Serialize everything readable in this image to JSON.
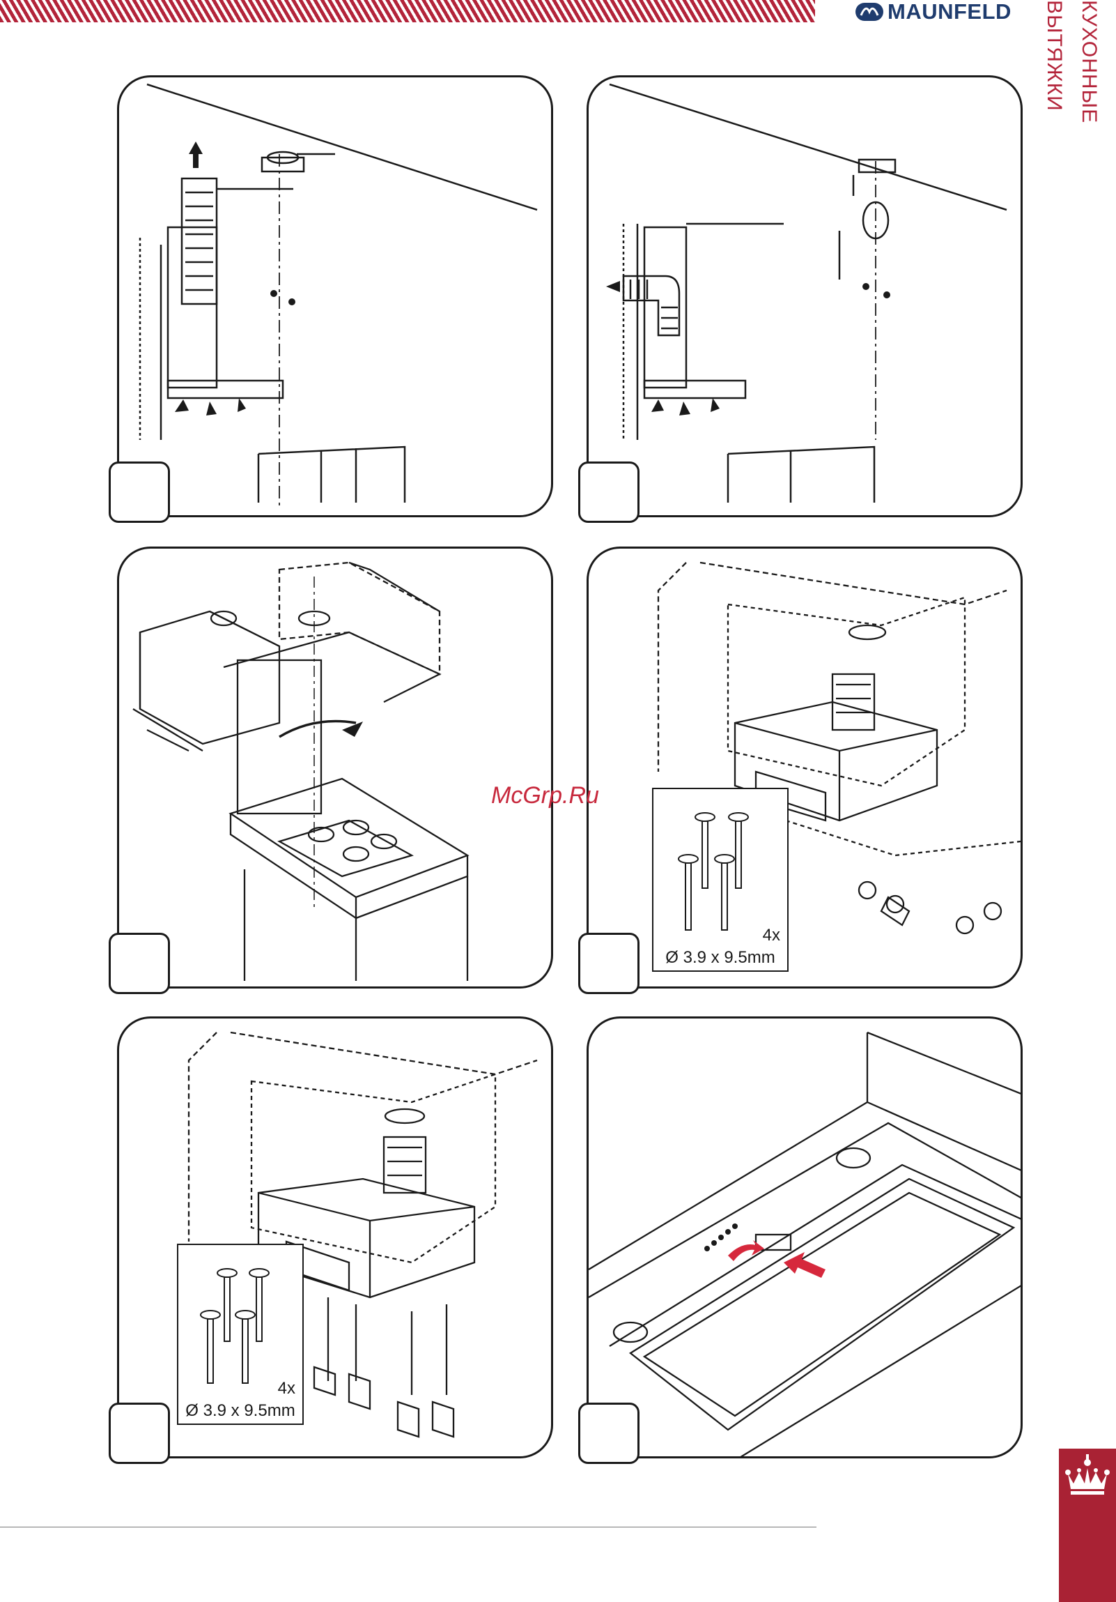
{
  "header": {
    "brand": "MAUNFELD",
    "section_title": "КУХОННЫЕ ВЫТЯЖКИ"
  },
  "watermark": "McGrp.Ru",
  "figures": [
    {
      "id": "panel-1"
    },
    {
      "id": "panel-2"
    },
    {
      "id": "panel-3"
    },
    {
      "id": "panel-4",
      "spec": {
        "quantity": "4x",
        "size": "Ø 3.9 x 9.5mm"
      }
    },
    {
      "id": "panel-5",
      "spec": {
        "quantity": "4x",
        "size": "Ø 3.9 x 9.5mm"
      }
    },
    {
      "id": "panel-6"
    }
  ],
  "colors": {
    "brand_red": "#b3243a",
    "brand_blue": "#1f3c6e",
    "line": "#1a1a1a"
  },
  "icons": [
    "maunfeld-logo-icon",
    "crown-emblem-icon"
  ]
}
